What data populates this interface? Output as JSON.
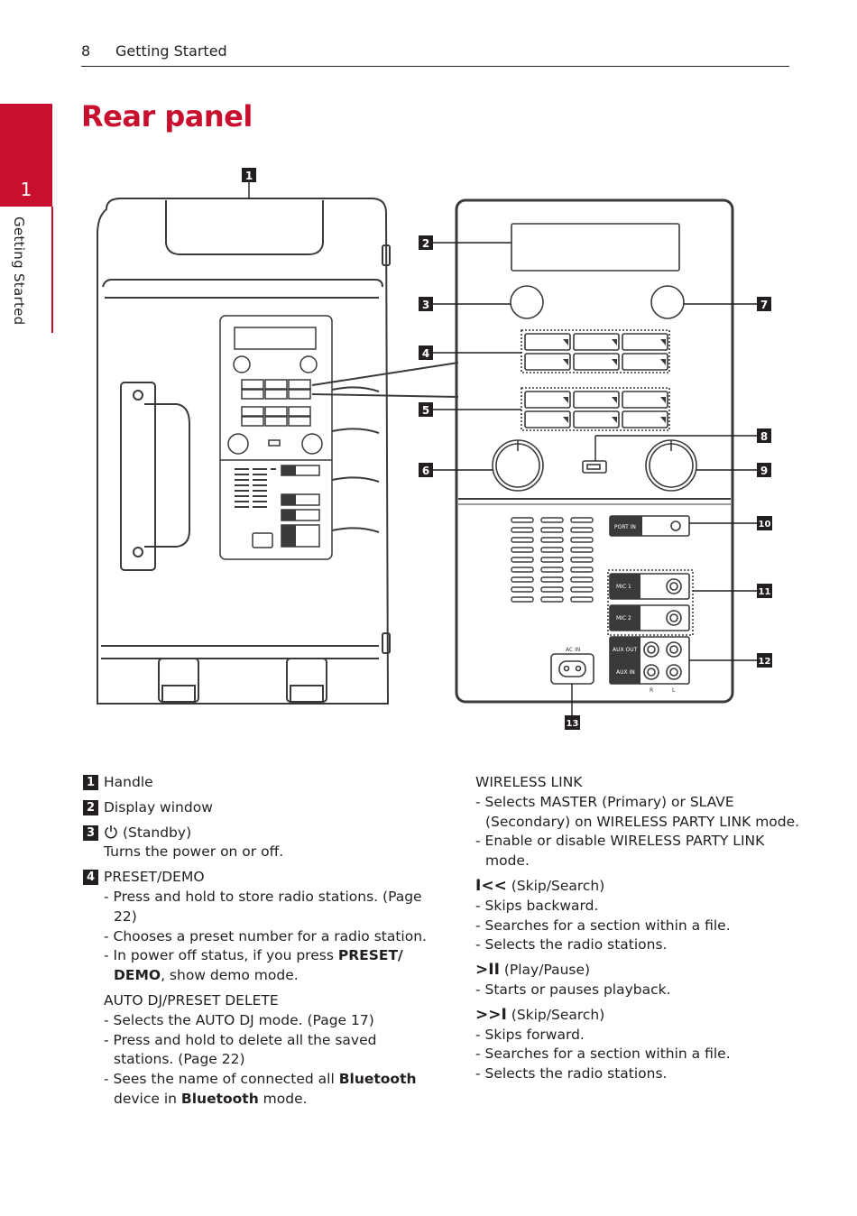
{
  "header": {
    "page_number": "8",
    "section": "Getting Started"
  },
  "side_tab": {
    "number": "1",
    "label": "Getting Started"
  },
  "title": "Rear panel",
  "diagram": {
    "callouts": [
      "1",
      "2",
      "3",
      "4",
      "5",
      "6",
      "7",
      "8",
      "9",
      "10",
      "11",
      "12",
      "13"
    ],
    "panel_labels": {
      "port_in": "PORT IN",
      "mic1": "MIC 1",
      "mic2": "MIC 2",
      "aux_out": "AUX OUT",
      "aux_in": "AUX IN",
      "ac_in": "AC IN",
      "r": "R",
      "l": "L"
    }
  },
  "left_column": {
    "items": [
      {
        "num": "1",
        "title": "Handle"
      },
      {
        "num": "2",
        "title": "Display window"
      },
      {
        "num": "3",
        "icon": "power-standby-icon",
        "title": "(Standby)",
        "desc": "Turns the power on or off."
      },
      {
        "num": "4",
        "title": "PRESET/DEMO",
        "lines": [
          "- Press and hold to store radio stations. (Page 22)",
          "- Chooses a preset number for a radio station."
        ],
        "line3_pre": "- In power off status, if you press ",
        "line3_bold": "PRESET/ DEMO",
        "line3_post": ", show demo mode."
      }
    ],
    "auto_dj": {
      "title": "AUTO DJ/PRESET DELETE",
      "lines": [
        "- Selects the AUTO DJ mode. (Page 17)",
        "- Press and hold to delete all the saved stations. (Page 22)"
      ],
      "last_pre": "- Sees the name of connected all ",
      "last_bold1": "Bluetooth",
      "last_mid": " device in ",
      "last_bold2": "Bluetooth",
      "last_post": " mode."
    }
  },
  "right_column": {
    "wireless": {
      "title": "WIRELESS LINK",
      "lines": [
        "- Selects MASTER (Primary) or SLAVE (Secondary) on WIRELESS PARTY LINK mode.",
        "- Enable or disable WIRELESS PARTY LINK mode."
      ]
    },
    "skip_back": {
      "symbol": "I<<",
      "title": "(Skip/Search)",
      "lines": [
        "- Skips backward.",
        "- Searches for a section within a file.",
        "- Selects the radio stations."
      ]
    },
    "play_pause": {
      "symbol": ">II",
      "title": "(Play/Pause)",
      "lines": [
        "- Starts or pauses playback."
      ]
    },
    "skip_fwd": {
      "symbol": ">>I",
      "title": "(Skip/Search)",
      "lines": [
        "- Skips forward.",
        "- Searches for a section within a file.",
        "- Selects the radio stations."
      ]
    }
  },
  "colors": {
    "accent": "#c8102e",
    "text": "#231f20",
    "line_art": "#3a3a3a",
    "panel_fill": "#f2f2f2"
  }
}
